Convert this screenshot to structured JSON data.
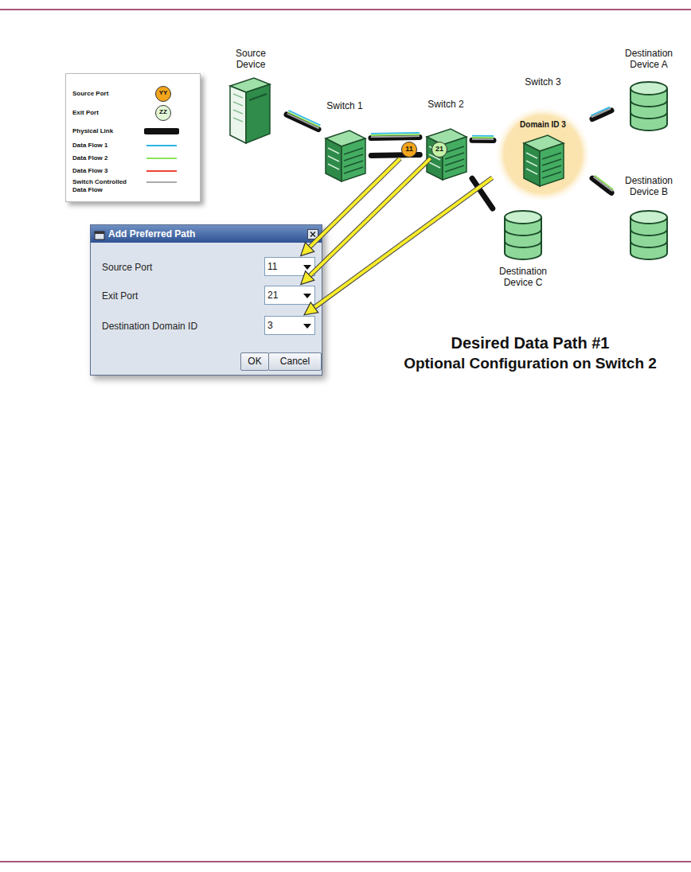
{
  "diagram": {
    "title": "Desired Data Path #1",
    "caption": "Optional Configuration on Switch 2",
    "nodes": [
      {
        "text": [
          "Source Device"
        ]
      },
      {
        "text": [
          "Switch 1"
        ]
      },
      {
        "text": [
          "Switch 2"
        ]
      },
      {
        "text": [
          "Switch 3",
          "Domain ID 3"
        ]
      },
      {
        "text": [
          "Destination Device A"
        ]
      },
      {
        "text": [
          "11"
        ]
      },
      {
        "text": [
          "21"
        ]
      },
      {
        "text": [
          "Destination Device B"
        ]
      },
      {
        "text": [
          "Add Preferred Path"
        ]
      },
      {
        "text": [
          "11"
        ],
        "in": 8
      },
      {
        "text": [
          "21"
        ],
        "in": 8
      },
      {
        "text": [
          "3"
        ],
        "in": 8
      },
      {
        "text": [
          "OK"
        ],
        "in": 8
      },
      {
        "text": [
          "Cancel"
        ],
        "in": 8
      },
      {
        "text": [
          "Destination Device C"
        ]
      }
    ],
    "edges": [
      {
        "from": 0,
        "to": 1,
        "arrow": "none"
      },
      {
        "from": 1,
        "to": 2,
        "arrow": "none"
      },
      {
        "from": 1,
        "to": 2,
        "arrow": "none"
      },
      {
        "from": 2,
        "to": 3,
        "arrow": "none"
      },
      {
        "from": 2,
        "to": 14,
        "arrow": "none"
      },
      {
        "from": 3,
        "to": 4,
        "arrow": "none"
      },
      {
        "from": 3,
        "to": 7,
        "arrow": "none"
      },
      {
        "from": 5,
        "to": 9,
        "arrow": "to"
      },
      {
        "from": 6,
        "to": 10,
        "arrow": "to"
      },
      {
        "from": 3,
        "to": 11,
        "arrow": "to"
      }
    ],
    "labels": [
      "YY",
      "ZZ",
      "Source Port",
      "Exit Port",
      "Destination Domain ID"
    ],
    "legend": [
      {
        "text": "Source Port"
      },
      {
        "text": "Exit Port"
      },
      {
        "text": "Physical Link"
      },
      {
        "text": "Data Flow 1"
      },
      {
        "text": "Data Flow 2"
      },
      {
        "text": "Data Flow 3"
      },
      {
        "text": "Switch Controlled Data Flow"
      }
    ]
  }
}
